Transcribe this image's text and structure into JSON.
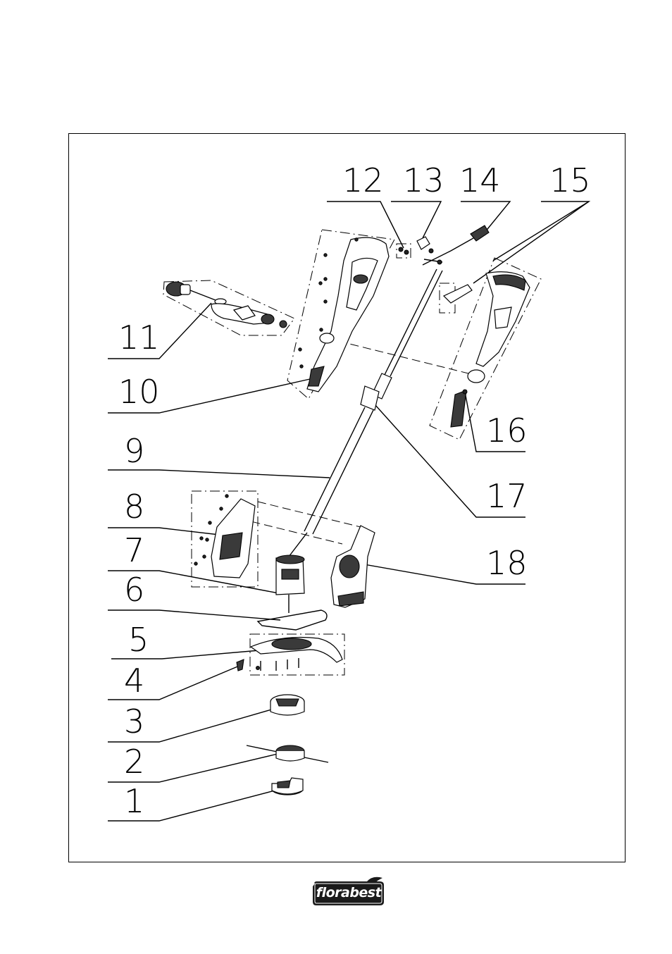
{
  "brand": {
    "name": "florabest",
    "color": "#1a1a1a"
  },
  "callouts": [
    "1",
    "2",
    "3",
    "4",
    "5",
    "6",
    "7",
    "8",
    "9",
    "10",
    "11",
    "12",
    "13",
    "14",
    "15",
    "16",
    "17",
    "18"
  ]
}
